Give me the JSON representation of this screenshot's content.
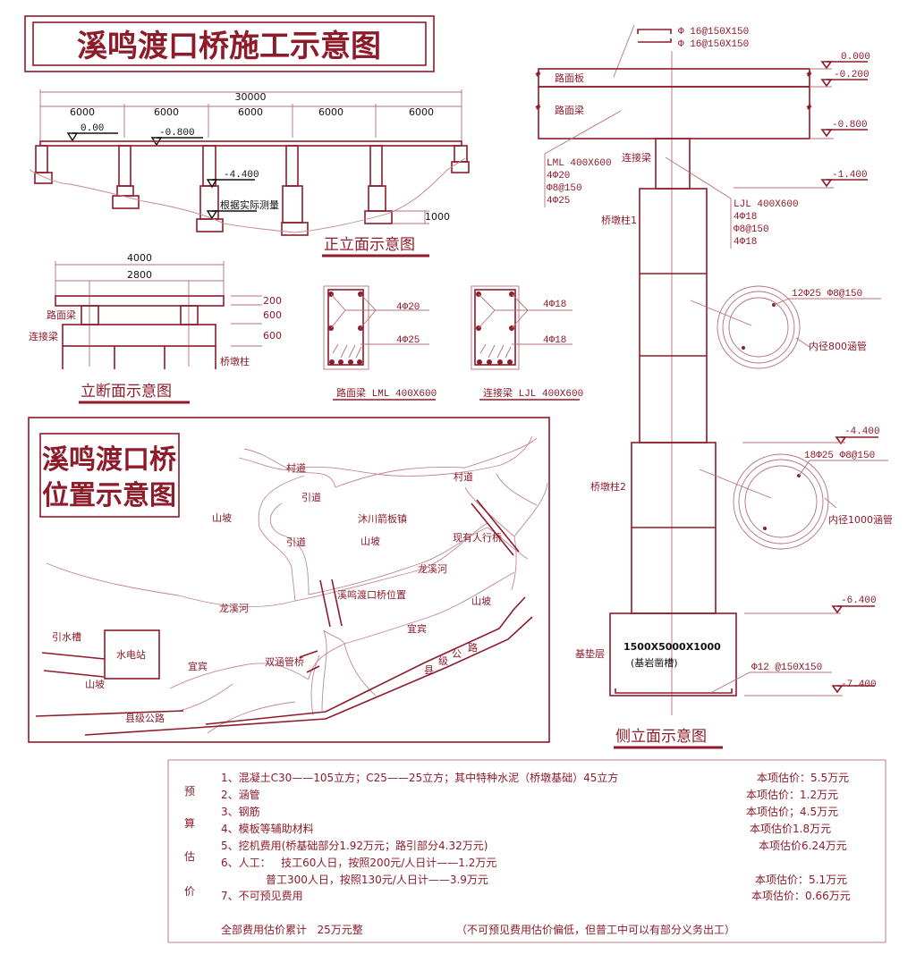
{
  "title": "溪鸣渡口桥施工示意图",
  "front_elevation": {
    "total_span": "30000",
    "spans": [
      "6000",
      "6000",
      "6000",
      "6000",
      "6000"
    ],
    "elevations": [
      "0.00",
      "-0.800",
      "-4.400"
    ],
    "note": "根据实际测量",
    "footing_dim": "1000",
    "caption": "正立面示意图"
  },
  "cross_section": {
    "width_total": "4000",
    "width_inner": "2800",
    "heights": [
      "200",
      "600",
      "600"
    ],
    "labels": {
      "deck_beam": "路面梁",
      "connector_beam": "连接梁",
      "pier": "桥墩柱"
    },
    "caption": "立断面示意图"
  },
  "beam_sections": {
    "lml": {
      "rebar_top": "4Φ20",
      "rebar_bottom": "4Φ25",
      "caption": "路面梁 LML 400X600"
    },
    "ljl": {
      "rebar_top": "4Φ18",
      "rebar_bottom": "4Φ18",
      "caption": "连接梁 LJL 400X600"
    }
  },
  "side_elevation": {
    "top_rebar": [
      "Φ 16@150X150",
      "Φ 16@150X150"
    ],
    "elevations": [
      "0.000",
      "-0.200",
      "-0.800",
      "-1.400",
      "-4.400",
      "-6.400",
      "-7.400"
    ],
    "labels": {
      "slab": "路面板",
      "beam": "路面梁",
      "connector": "连接梁",
      "pier1": "桥墩柱1",
      "pier2": "桥墩柱2",
      "base": "基垫层"
    },
    "lml_notes": [
      "LML 400X600",
      "4Φ20",
      "Φ8@150",
      "4Φ25"
    ],
    "ljl_notes": [
      "LJL 400X600",
      "4Φ18",
      "Φ8@150",
      "4Φ18"
    ],
    "pipe1": {
      "rebar": "12Φ25  Φ8@150",
      "label": "内径800涵管"
    },
    "pipe2": {
      "rebar": "18Φ25  Φ8@150",
      "label": "内径1000涵管"
    },
    "foundation": {
      "size": "1500X5000X1000",
      "note": "(基岩凿槽)",
      "rebar": "Φ12  @150X150"
    },
    "caption": "侧立面示意图"
  },
  "location_map": {
    "title": [
      "溪鸣渡口桥",
      "位置示意图"
    ],
    "labels": {
      "village_road_1": "村道",
      "village_road_2": "村道",
      "approach_1": "引道",
      "approach_2": "引道",
      "slope_1": "山坡",
      "slope_2": "山坡",
      "slope_3": "山坡",
      "slope_4": "山坡",
      "town": "沐川箭板镇",
      "footbridge": "现有人行桥",
      "river_1": "龙溪河",
      "river_2": "龙溪河",
      "bridge_site": "溪鸣渡口桥位置",
      "power_station": "水电站",
      "yibin_1": "宜宾",
      "yibin_2": "宜宾",
      "flume": "引水槽",
      "culvert_bridge": "双涵管桥",
      "county_road_1": "县级公路",
      "county_road_2": [
        "县",
        "级",
        "公",
        "路"
      ]
    }
  },
  "budget": {
    "side_label": [
      "预",
      "算",
      "估",
      "价"
    ],
    "items": [
      {
        "text": "1、混凝土C30——105立方；C25——25立方；其中特种水泥（桥墩基础）45立方",
        "price": "本项估价：5.5万元"
      },
      {
        "text": "2、涵管",
        "price": "本项估价：1.2万元"
      },
      {
        "text": "3、钢筋",
        "price": "本项估价；4.5万元"
      },
      {
        "text": "4、模板等辅助材料",
        "price": "本项估价1.8万元"
      },
      {
        "text": "5、挖机费用(桥基础部分1.92万元；路引部分4.32万元)",
        "price": "本项估价6.24万元"
      },
      {
        "text": "6、人工：   技工60人日，按照200元/人日计——1.2万元",
        "price": ""
      },
      {
        "text": "普工300人日，按照130元/人日计——3.9万元",
        "price": "本项估价：5.1万元"
      },
      {
        "text": "7、不可预见费用",
        "price": "本项估价：0.66万元"
      }
    ],
    "total": "全部费用估价累计   25万元整",
    "remark": "（不可预见费用估价偏低，但普工中可以有部分义务出工）"
  }
}
